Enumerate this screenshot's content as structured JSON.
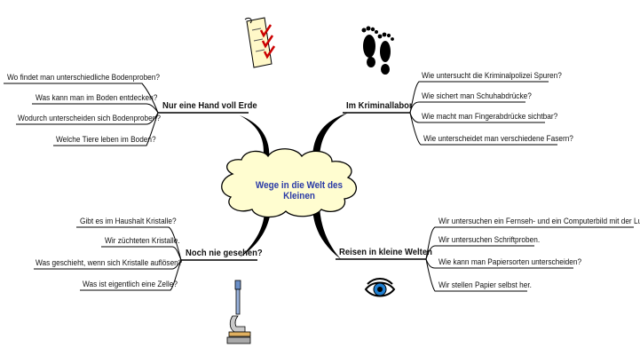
{
  "center": {
    "title": "Wege in die Welt des Kleinen"
  },
  "branches": {
    "top_left": {
      "title": "Nur eine Hand voll Erde",
      "items": [
        "Wo findet man unterschiedliche Bodenproben?",
        "Was kann man im Boden entdecken?",
        "Wodurch unterscheiden sich Bodenproben?",
        "Welche Tiere leben im Boden?"
      ]
    },
    "top_right": {
      "title": "Im Kriminallabor",
      "items": [
        "Wie untersucht die Kriminalpolizei Spuren?",
        "Wie sichert man Schuhabdrücke?",
        "Wie macht man Fingerabdrücke sichtbar?",
        "Wie unterscheidet man verschiedene Fasern?"
      ]
    },
    "bottom_left": {
      "title": "Noch nie gesehen?",
      "items": [
        "Gibt es im Haushalt Kristalle?",
        "Wir züchteten Kristalle.",
        "Was geschieht, wenn sich Kristalle auflösen?",
        "Was ist eigentlich eine Zelle?"
      ]
    },
    "bottom_right": {
      "title": "Reisen in kleine Welten",
      "items": [
        "Wir untersuchen ein Fernseh- und ein Computerbild mit der Lupe.",
        "Wir untersuchen Schriftproben.",
        "Wie kann man Papiersorten unterscheiden?",
        "Wir stellen Papier selbst her."
      ]
    }
  },
  "icons": [
    "checklist-icon",
    "footprints-icon",
    "microscope-icon",
    "eye-icon"
  ],
  "colors": {
    "center_text": "#2a3aa6",
    "lines": "#000000",
    "checkmarks": "#cc0000",
    "eye_iris": "#1f7fd1"
  }
}
